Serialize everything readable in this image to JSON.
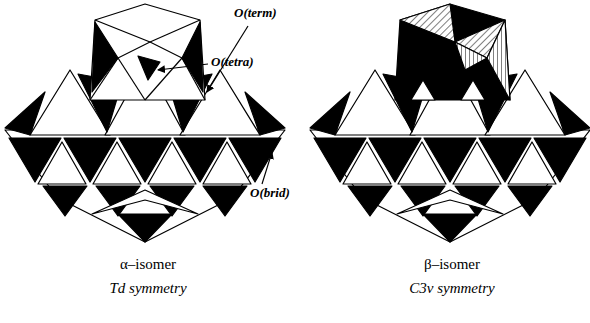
{
  "diagram": {
    "labels": [
      "O(term)",
      "O(tetra)",
      "O(brid)",
      "α–isomer",
      "Td symmetry",
      "β–isomer",
      "C3v symmetry"
    ]
  }
}
